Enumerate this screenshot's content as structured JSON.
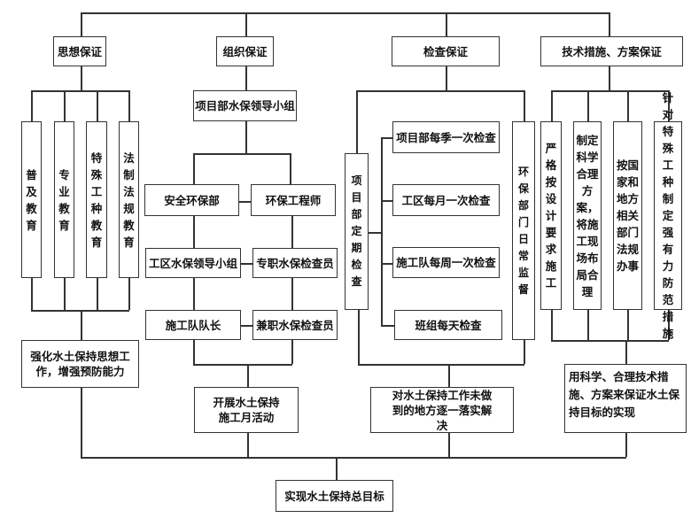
{
  "top": {
    "thought": "思想保证",
    "organization": "组织保证",
    "inspection": "检查保证",
    "technical": "技术措施、方案保证"
  },
  "thought": {
    "items": [
      "普及教育",
      "专业教育",
      "特殊工种教育",
      "法制法规教育"
    ],
    "result": "强化水土保持思想工作，增强预防能力"
  },
  "organization": {
    "leader": "项目部水保领导小组",
    "row1": [
      "安全环保部",
      "环保工程师"
    ],
    "row2": [
      "工区水保领导小组",
      "专职水保检查员"
    ],
    "row3": [
      "施工队队长",
      "兼职水保检查员"
    ],
    "result": "开展水土保持施工月活动"
  },
  "inspection": {
    "periodic": "项目部定期检查",
    "checks": [
      "项目部每季一次检查",
      "工区每月一次检查",
      "施工队每周一次检查",
      "班组每天检查"
    ],
    "daily": "环保部门日常监督",
    "result": "对水土保持工作未做到的地方逐一落实解决"
  },
  "technical": {
    "items": [
      "严格按设计要求施工",
      "制定科学合理方案，将施工现场布局合理",
      "按国家和地方相关部门法规办事",
      "针对特殊工种制定强有力防范措施"
    ],
    "result": "用科学、合理技术措施、方案来保证水土保持目标的实现"
  },
  "goal": "实现水土保持总目标"
}
